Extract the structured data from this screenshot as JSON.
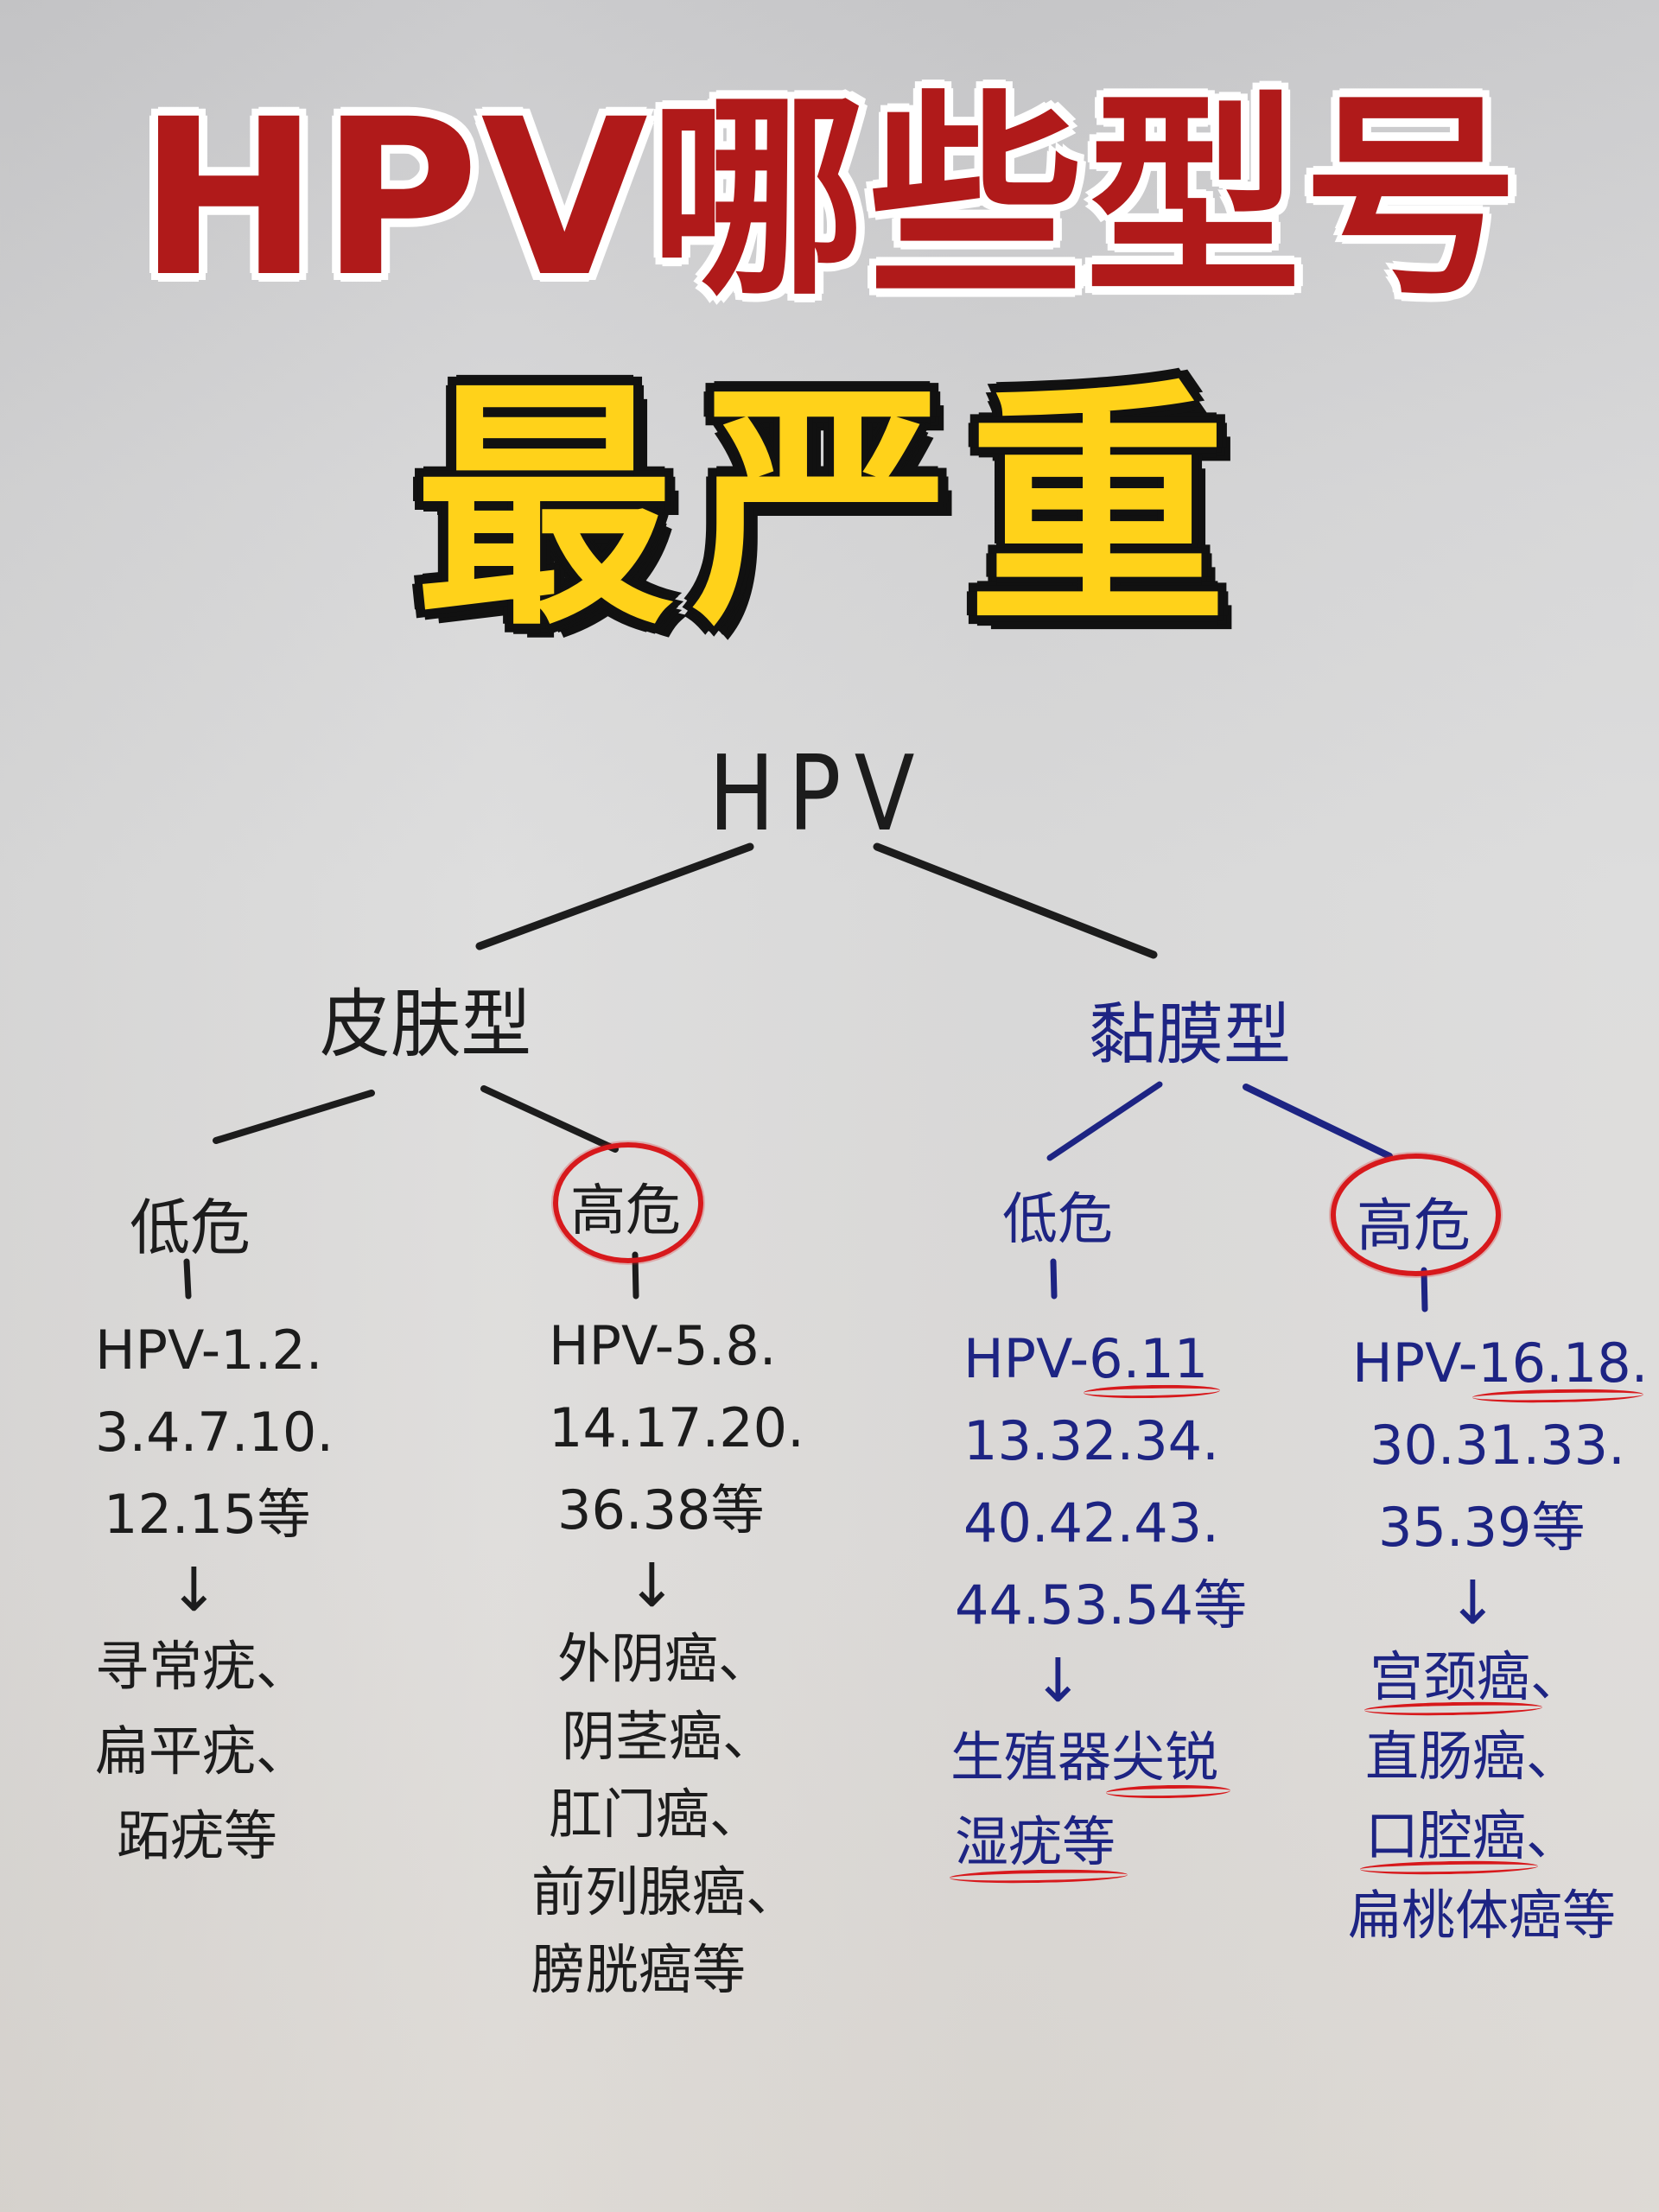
{
  "title": {
    "line1": "HPV哪些型号",
    "line2": "最严重",
    "line1_color": "#b01a1a",
    "line2_color": "#ffd21a"
  },
  "tree": {
    "root": "HPV",
    "branches": [
      {
        "label": "皮肤型",
        "ink_color": "#1c1c1c",
        "risk_groups": [
          {
            "label": "低危",
            "circled": false,
            "types_lines": [
              "HPV-1.2.",
              "3.4.7.10.",
              "12.15等"
            ],
            "arrow": "↓",
            "diseases_lines": [
              "寻常疣、",
              "扁平疣、",
              "跖疣等"
            ]
          },
          {
            "label": "高危",
            "circled": true,
            "types_lines": [
              "HPV-5.8.",
              "14.17.20.",
              "36.38等"
            ],
            "arrow": "↓",
            "diseases_lines": [
              "外阴癌、",
              "阴茎癌、",
              "肛门癌、",
              "前列腺癌、",
              "膀胱癌等"
            ]
          }
        ]
      },
      {
        "label": "黏膜型",
        "ink_color": "#1d2483",
        "risk_groups": [
          {
            "label": "低危",
            "circled": false,
            "types_lines": [
              "HPV-6.11",
              "13.32.34.",
              "40.42.43.",
              "44.53.54等"
            ],
            "underlined_types": [
              "6.11"
            ],
            "arrow": "↓",
            "diseases_lines": [
              "生殖器尖锐",
              "湿疣等"
            ],
            "underlined_diseases": [
              "尖锐",
              "湿疣等"
            ]
          },
          {
            "label": "高危",
            "circled": true,
            "types_lines": [
              "HPV-16.18.",
              "30.31.33.",
              "35.39等"
            ],
            "underlined_types": [
              "16.18"
            ],
            "arrow": "↓",
            "diseases_lines": [
              "宫颈癌、",
              "直肠癌、",
              "口腔癌、",
              "扁桃体癌等"
            ],
            "underlined_diseases": [
              "宫颈癌",
              "口腔癌"
            ]
          }
        ]
      }
    ]
  },
  "colors": {
    "paper": "#dcdcdc",
    "black_ink": "#1c1c1c",
    "blue_ink": "#1d2483",
    "red_marker": "#d7191c"
  }
}
